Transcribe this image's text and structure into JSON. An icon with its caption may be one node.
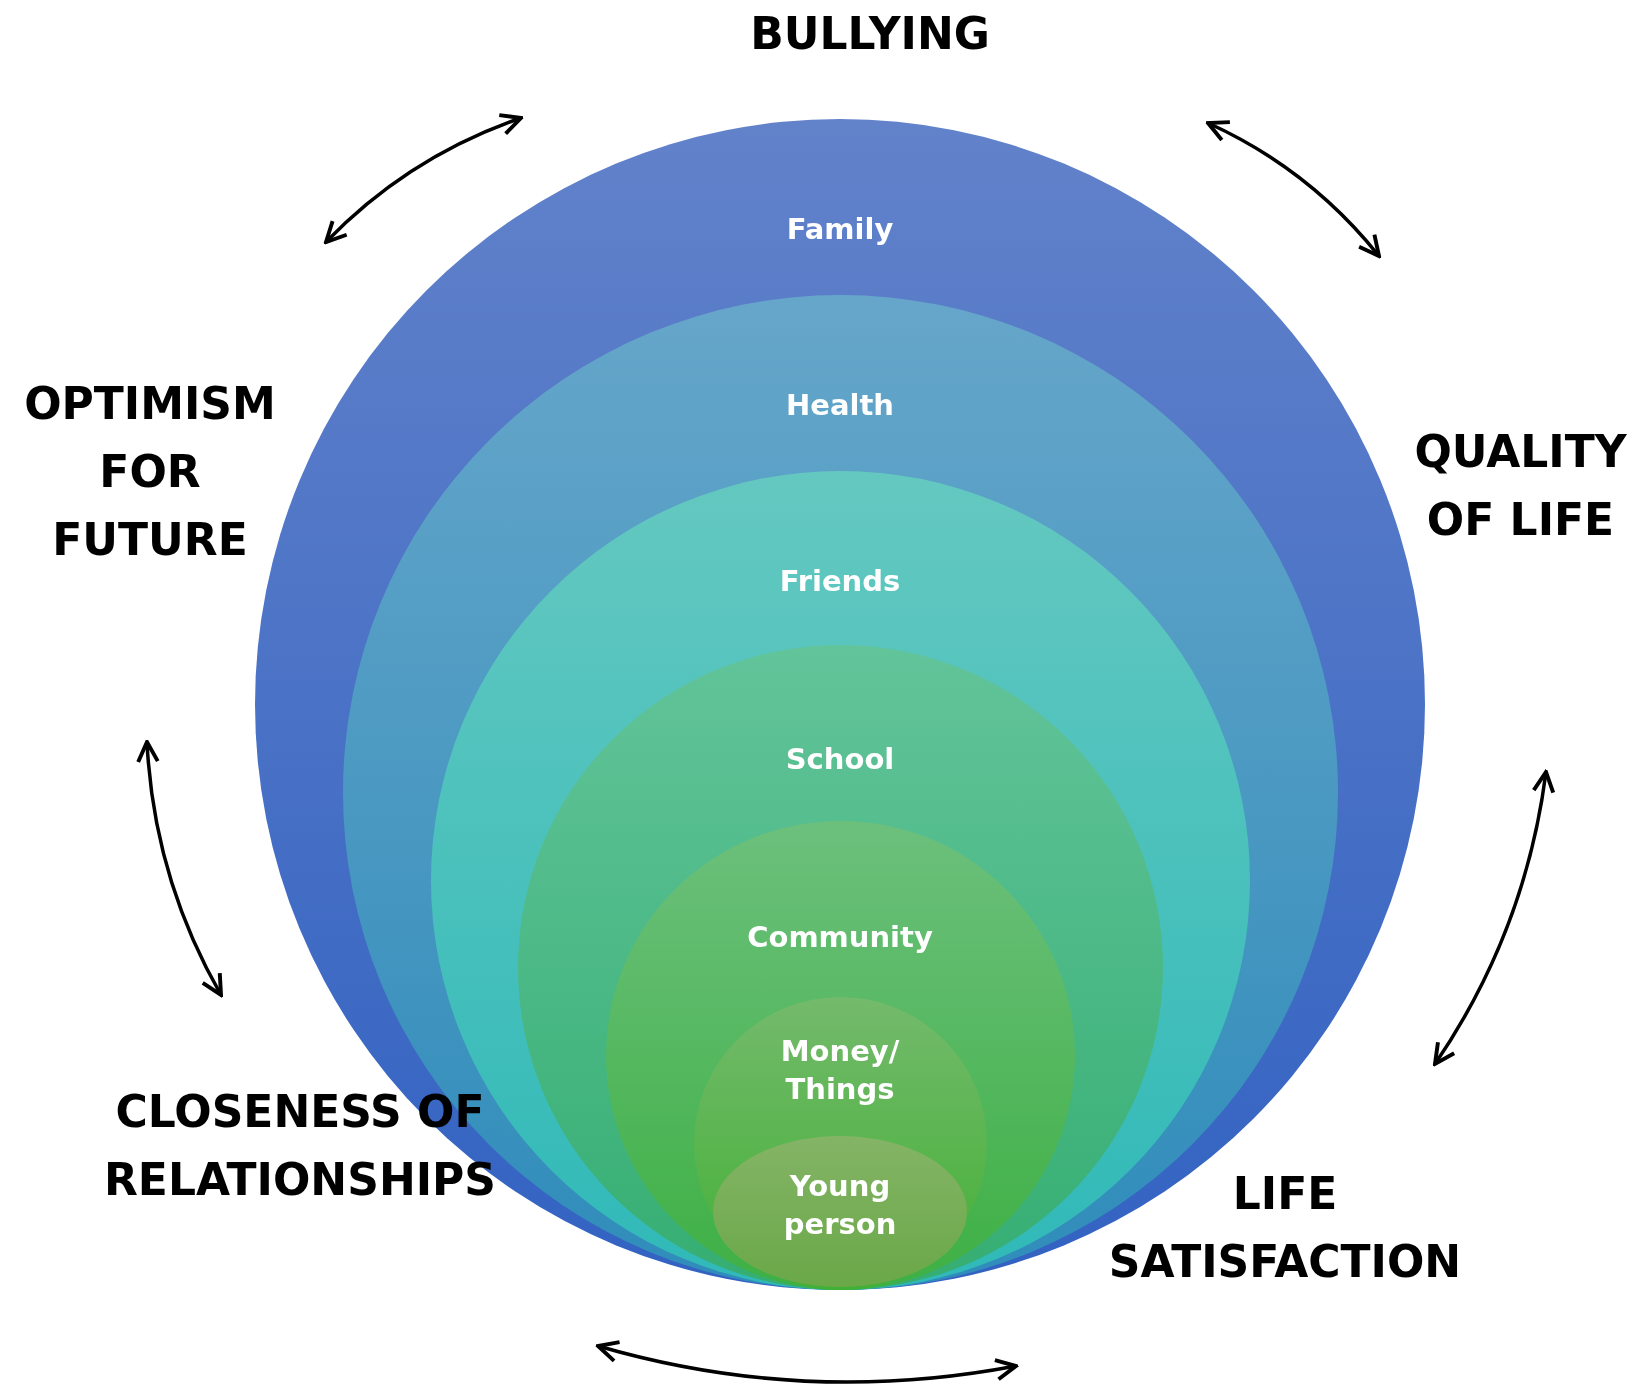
{
  "diagram": {
    "nodes": [
      {
        "text": [
          "Family"
        ]
      },
      {
        "text": [
          "Health"
        ],
        "in": 0
      },
      {
        "text": [
          "Friends"
        ],
        "in": 1
      },
      {
        "text": [
          "School"
        ],
        "in": 2
      },
      {
        "text": [
          "Community"
        ],
        "in": 3
      },
      {
        "text": [
          "Money/ Things"
        ],
        "in": 4
      },
      {
        "text": [
          "Young person"
        ],
        "in": 5
      },
      {
        "text": [
          "BULLYING"
        ]
      },
      {
        "text": [
          "OPTIMISM FOR FUTURE"
        ]
      },
      {
        "text": [
          "QUALITY OF LIFE"
        ]
      },
      {
        "text": [
          "CLOSENESS OF RELATIONSHIPS"
        ]
      },
      {
        "text": [
          "LIFE SATISFACTION"
        ]
      }
    ]
  }
}
